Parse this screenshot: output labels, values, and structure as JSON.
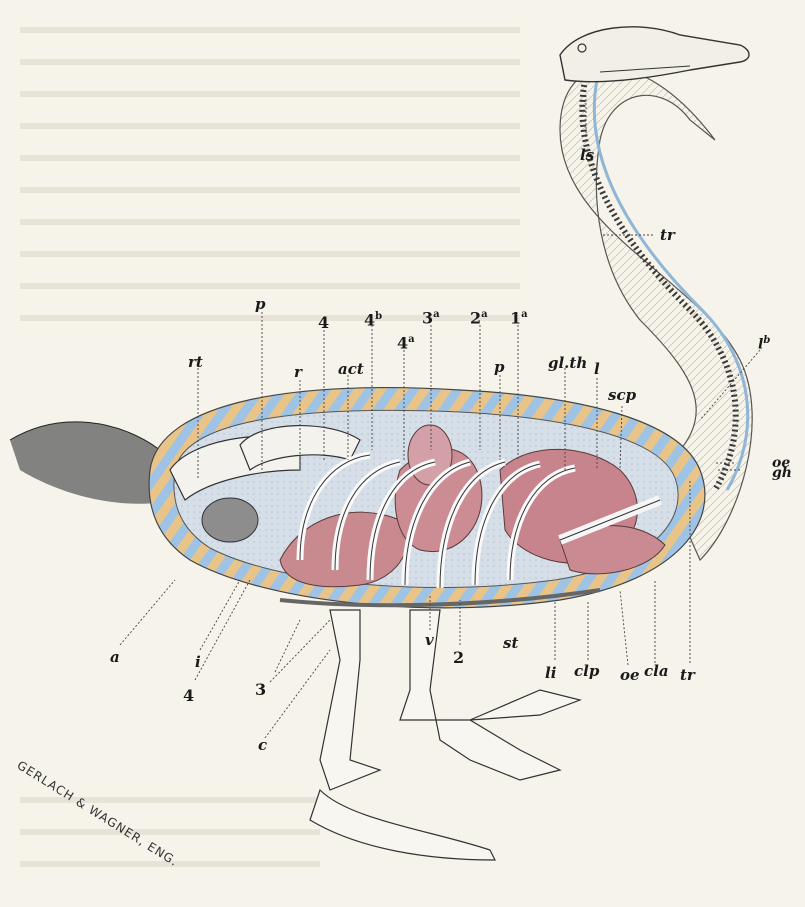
{
  "figure": {
    "labels": {
      "ls": "ls",
      "tr_neck": "tr",
      "l_b": "l",
      "l_b_sup": "b",
      "oe_right": "oe",
      "gh": "gh",
      "p_top": "p",
      "rt": "rt",
      "r": "r",
      "n4": "4",
      "act": "act",
      "n4b": "4",
      "n4b_sup": "b",
      "n4a": "4",
      "n4a_sup": "a",
      "n3a": "3",
      "n3a_sup": "a",
      "n2a": "2",
      "n2a_sup": "a",
      "n1a": "1",
      "n1a_sup": "a",
      "p_mid": "p",
      "glth": "gl.th",
      "l": "l",
      "scp": "scp",
      "a": "a",
      "i": "i",
      "n4_bottom": "4",
      "n3_bottom": "3",
      "c": "c",
      "v": "v",
      "n2_bottom": "2",
      "st": "st",
      "li": "li",
      "clp": "clp",
      "oe_bottom": "oe",
      "cla": "cla",
      "tr_bottom": "tr"
    },
    "signature": "GERLACH & WAGNER, ENG."
  }
}
